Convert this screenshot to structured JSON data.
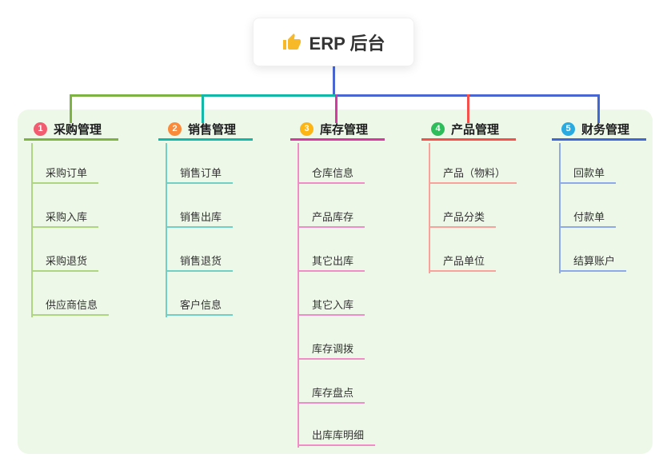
{
  "root": {
    "label": "ERP 后台",
    "icon": "thumbs-up-icon"
  },
  "theme": {
    "canvas_bg": "#ffffff",
    "panel_bg": "#edf8e8",
    "trunk_blue": "#4a67d1",
    "root_card_bg": "#ffffff",
    "title_text": "#1d1d1f",
    "child_text": "#333333",
    "thumb_icon_color": "#f7b928"
  },
  "branches": [
    {
      "badge": "1",
      "label": "采购管理",
      "line_color": "#7cb342",
      "light_color": "#aed581",
      "badge_color": "#f25c70",
      "children": [
        "采购订单",
        "采购入库",
        "采购退货",
        "供应商信息"
      ]
    },
    {
      "badge": "2",
      "label": "销售管理",
      "line_color": "#14b8a8",
      "light_color": "#72cfc4",
      "badge_color": "#fb8a3b",
      "children": [
        "销售订单",
        "销售出库",
        "销售退货",
        "客户信息"
      ]
    },
    {
      "badge": "3",
      "label": "库存管理",
      "line_color": "#d6399f",
      "light_color": "#f08cc7",
      "badge_color": "#fdb515",
      "children": [
        "仓库信息",
        "产品库存",
        "其它出库",
        "其它入库",
        "库存调拨",
        "库存盘点",
        "出库库明细"
      ]
    },
    {
      "badge": "4",
      "label": "产品管理",
      "line_color": "#f4514c",
      "light_color": "#f9a19b",
      "badge_color": "#2ebd5b",
      "children": [
        "产品（物料）",
        "产品分类",
        "产品单位"
      ]
    },
    {
      "badge": "5",
      "label": "财务管理",
      "line_color": "#3f68d6",
      "light_color": "#8ea9ea",
      "badge_color": "#29abe2",
      "children": [
        "回款单",
        "付款单",
        "结算账户"
      ]
    }
  ]
}
